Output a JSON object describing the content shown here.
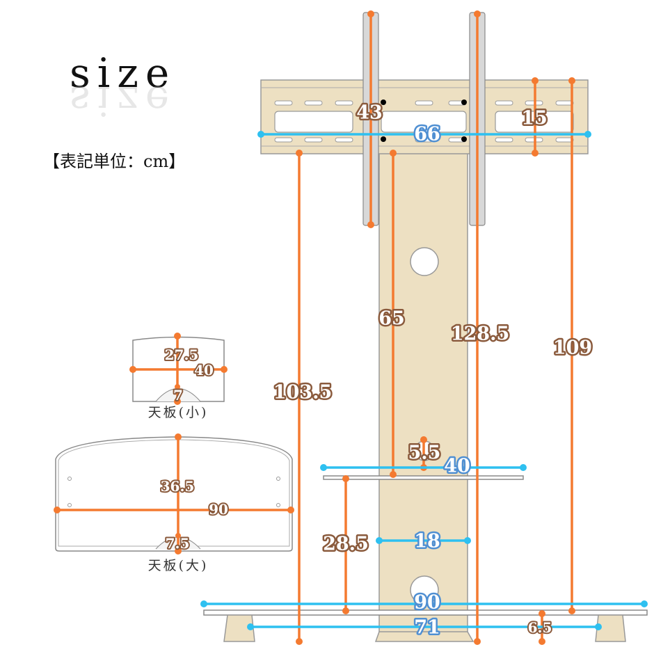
{
  "header": {
    "title": "size",
    "unit_note": "【表記単位：cm】"
  },
  "colors": {
    "dimension_height": "#f47a30",
    "dimension_width": "#2ec0f0",
    "material": "#ede0c2",
    "label_outline": "#8a5a3c"
  },
  "stand_dimensions": {
    "rail_length": "43",
    "bracket_width": "66",
    "bracket_height": "15",
    "column_to_shelf": "65",
    "total_height_rail_top": "128.5",
    "bracket_top_height": "109",
    "bracket_bottom_height": "103.5",
    "shelf_gap": "5.5",
    "upper_shelf_width": "40",
    "column_width": "18",
    "lower_shelf_height": "28.5",
    "base_width": "90",
    "feet_span": "71",
    "base_height": "6.5"
  },
  "small_top": {
    "caption": "天板(小)",
    "depth": "27.5",
    "width": "40",
    "notch": "7"
  },
  "large_top": {
    "caption": "天板(大)",
    "depth": "36.5",
    "width": "90",
    "notch": "7.5"
  }
}
